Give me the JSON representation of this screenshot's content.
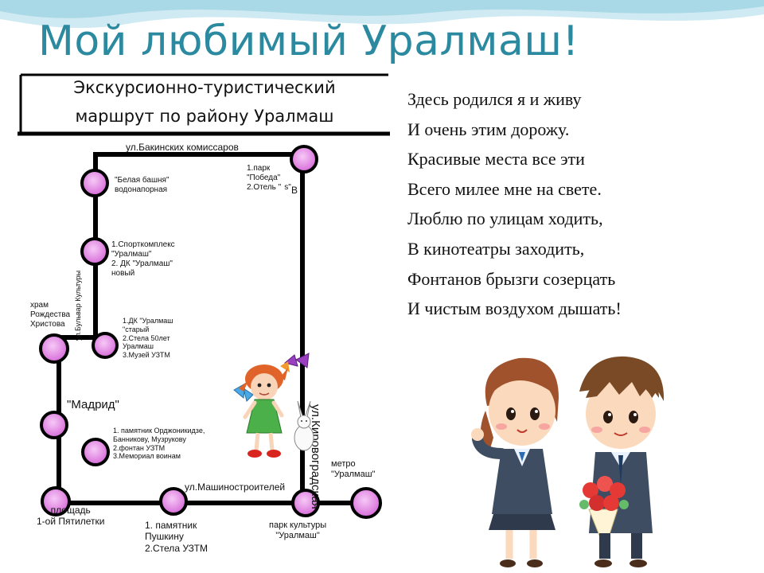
{
  "title": "Мой любимый Уралмаш!",
  "map": {
    "header": {
      "line1": "Экскурсионно-туристический",
      "line2": "маршрут по району Уралмаш"
    },
    "streets": {
      "top": "ул.Бакинских комиссаров",
      "right": "ул.Кировоградская",
      "left": "ул.Бульвар Культуры",
      "bottom": "ул.Машиностроителей"
    },
    "labels": {
      "park_pobeda": "1.парк\n\"Победа\"\n2.Отель \"  s\"",
      "park_pobeda_letter": "В",
      "belaya_bashnya": "\"Белая башня\"\nводонапорная",
      "sport": "1.Спорткомплекс\n\"Уралмаш\"\n2. ДК \"Уралмаш\"\nновый",
      "hram": "храм\nРождества\nХристова",
      "dk_old": "1.ДК \"Уралмаш\n\"старый\n2.Стела 50лет\nУралмаш\n3.Музей УЗТМ",
      "madrid": "\"Мадрид\"",
      "monuments": "1. памятник Орджоникидзе,\nБанникову, Музрукову\n2.фонтан УЗТМ\n3.Мемориал воинам",
      "metro": "метро\n\"Уралмаш\"",
      "ploshchad": "площадь\n1-ой Пятилетки",
      "pushkin": "1. памятник\nПушкину\n2.Стела УЗТМ",
      "park_kultury": "парк культуры\n\"Уралмаш\""
    }
  },
  "poem": [
    "Здесь родился я и живу",
    "И очень этим дорожу.",
    "Красивые места все эти",
    "Всего милее мне на свете.",
    "Люблю по улицам ходить,",
    "В кинотеатры заходить,",
    "Фонтанов брызги созерцать",
    "И чистым воздухом дышать!"
  ],
  "colors": {
    "title": "#2b8aa0",
    "stop_fill": "#e58be6",
    "route_line": "#000000",
    "wave": "#bfe3ee"
  },
  "icons": {
    "girl": "girl-with-bunny-illustration",
    "kids": "schoolchildren-with-flowers-illustration"
  }
}
